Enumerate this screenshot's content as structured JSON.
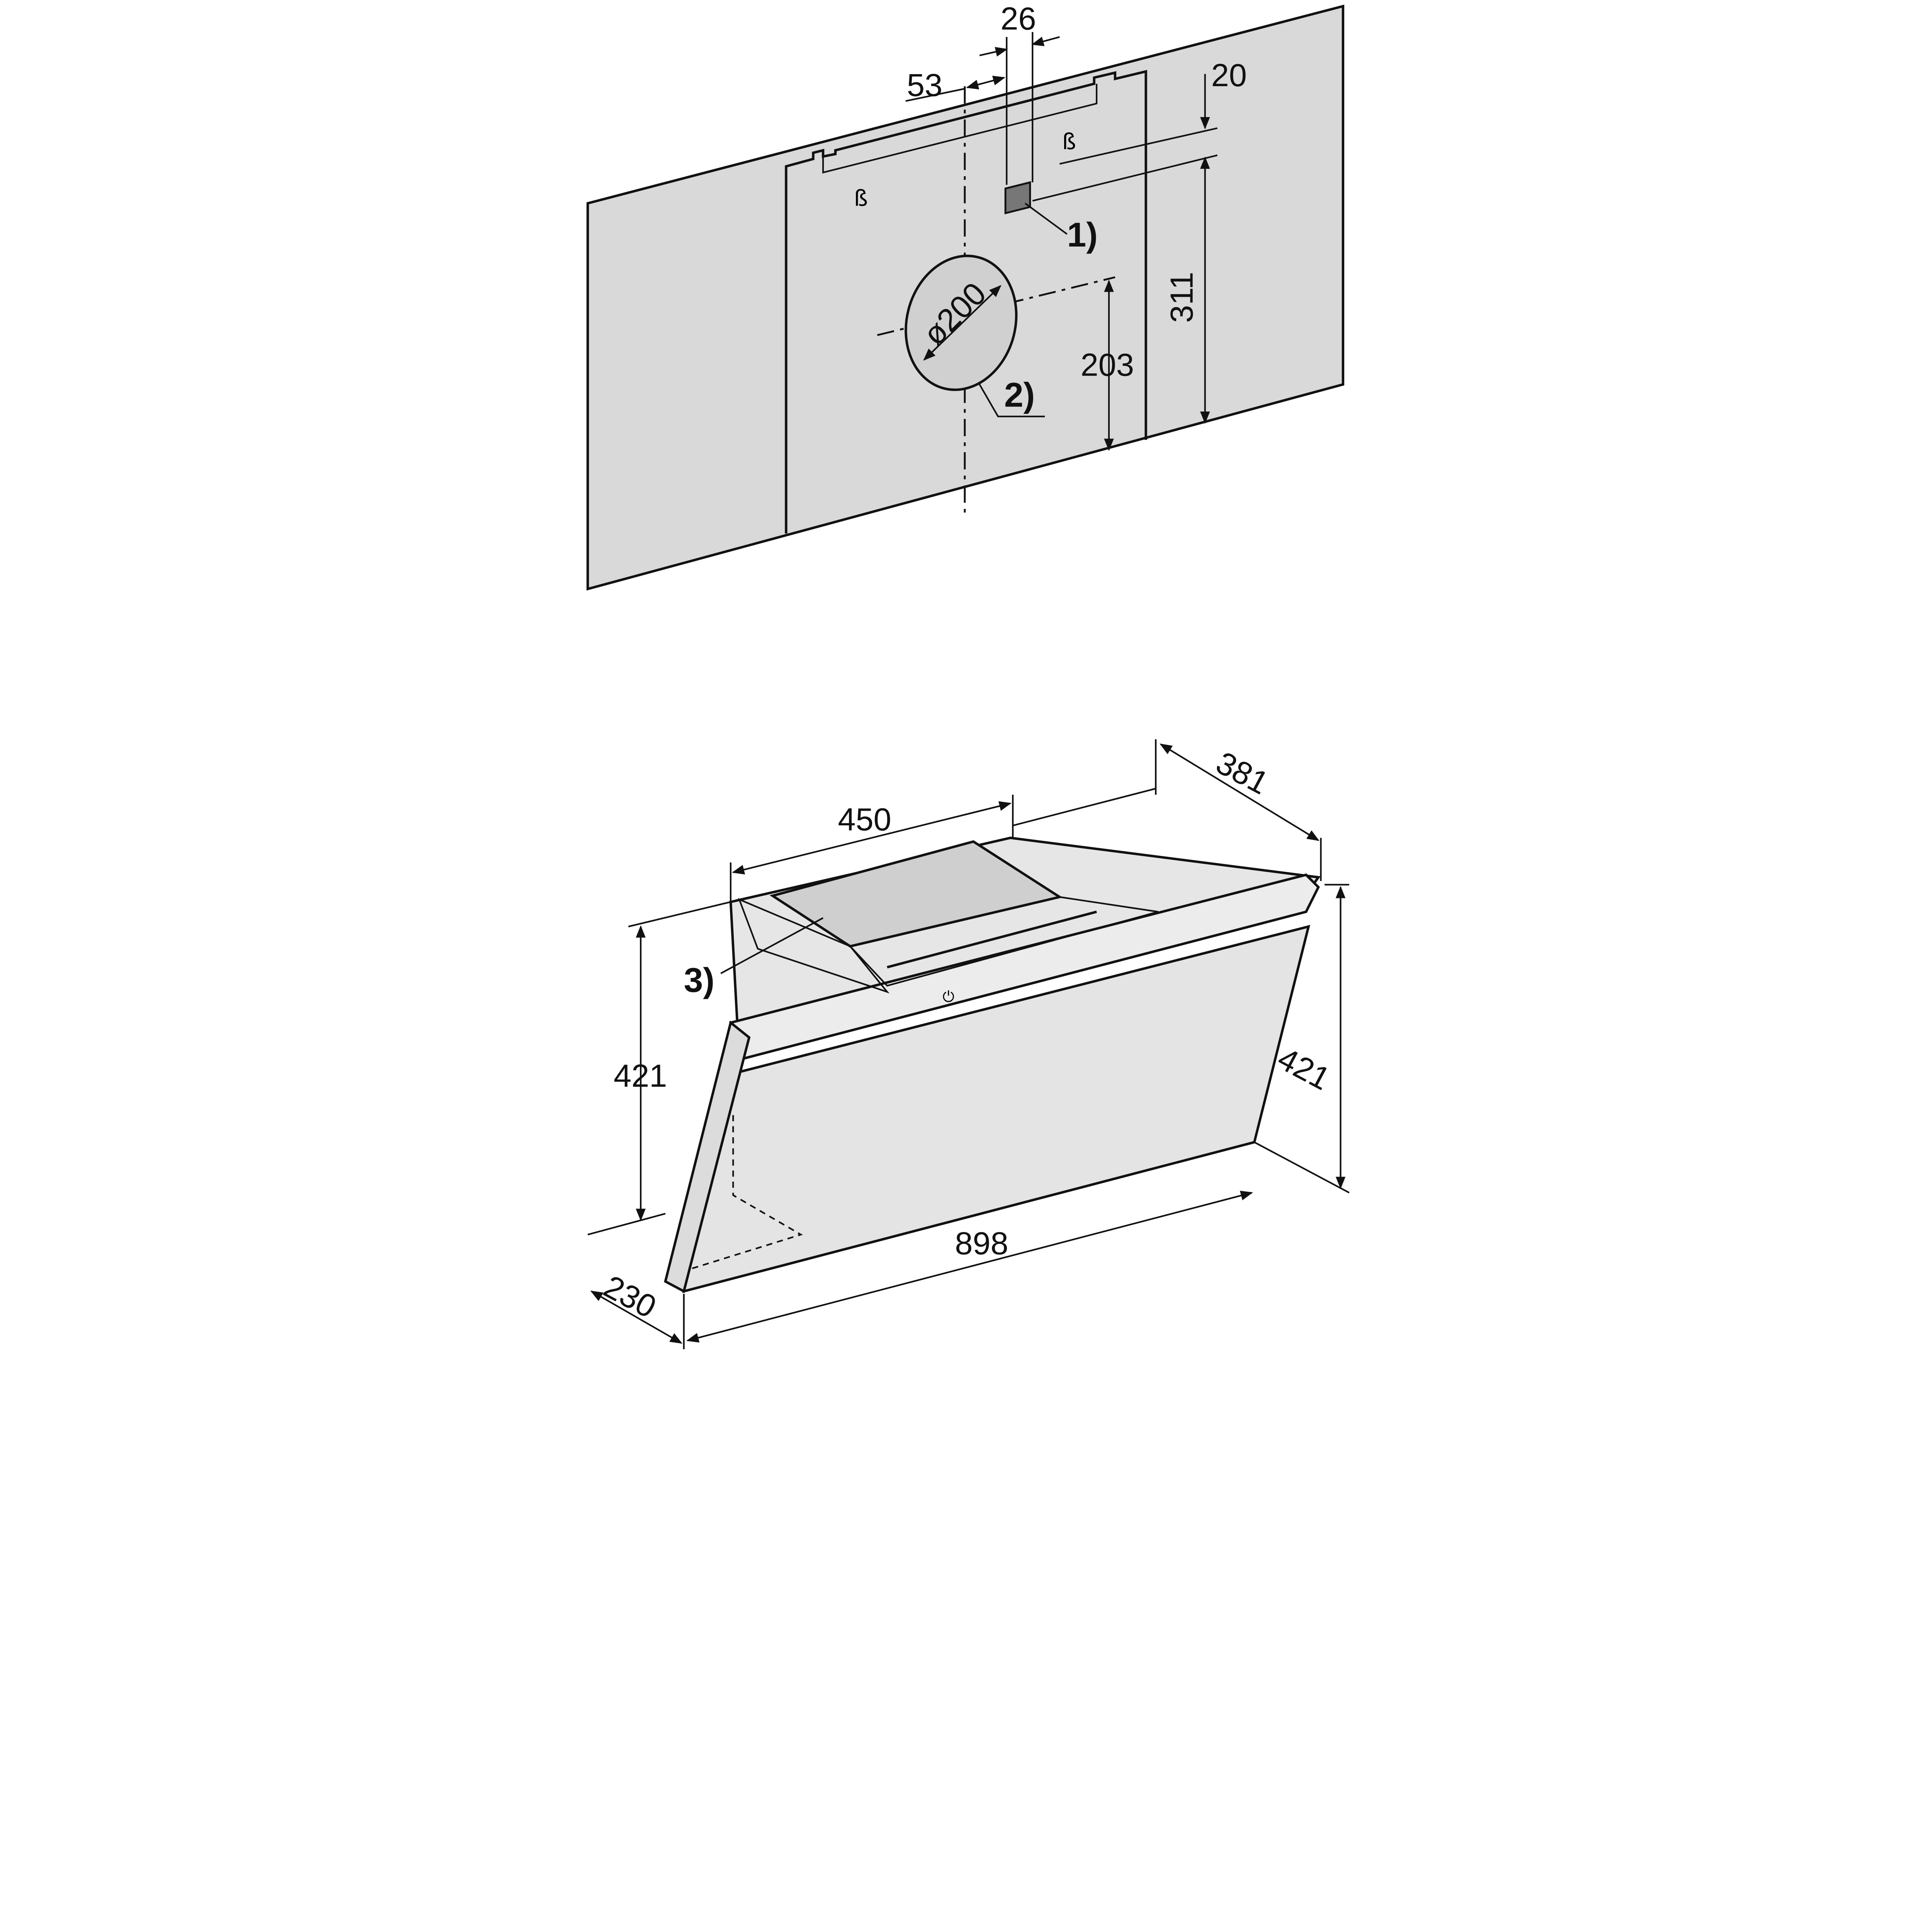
{
  "colors": {
    "wall": "#d9d9d9",
    "hood": "#e6e6e6",
    "glass": "#cfcfcf",
    "line": "#111111"
  },
  "wall_drawing": {
    "dimensions": {
      "d26": "26",
      "d53": "53",
      "d20": "20",
      "d311": "311",
      "d200": "ø200",
      "d203": "203"
    },
    "callouts": {
      "c1": "1)",
      "c2": "2)"
    }
  },
  "hood_drawing": {
    "dimensions": {
      "d381": "381",
      "d450": "450",
      "d421_left": "421",
      "d421_right": "421",
      "d898": "898",
      "d230": "230"
    },
    "callouts": {
      "c3": "3)"
    }
  }
}
